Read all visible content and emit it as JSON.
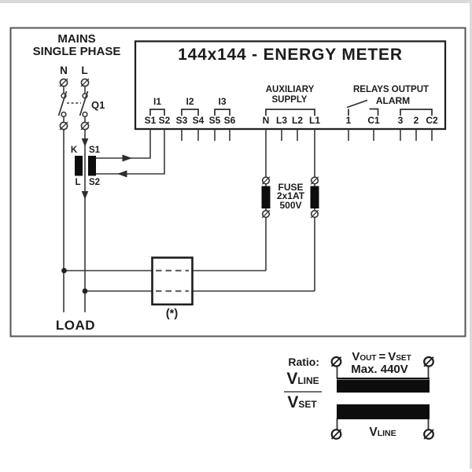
{
  "mains": {
    "title_line1": "MAINS",
    "title_line2": "SINGLE PHASE",
    "terminal_n": "N",
    "terminal_l": "L",
    "breaker": "Q1"
  },
  "ct": {
    "primary_top": "K",
    "primary_bottom": "L",
    "secondary_top": "S1",
    "secondary_bottom": "S2"
  },
  "meter": {
    "title": "144x144 - ENERGY METER",
    "current_inputs": {
      "groups": [
        {
          "label": "I1",
          "terminals": [
            "S1",
            "S2"
          ]
        },
        {
          "label": "I2",
          "terminals": [
            "S3",
            "S4"
          ]
        },
        {
          "label": "I3",
          "terminals": [
            "S5",
            "S6"
          ]
        }
      ]
    },
    "aux_supply": {
      "label_line1": "AUXILIARY",
      "label_line2": "SUPPLY",
      "terminals": [
        "N",
        "L3",
        "L2",
        "L1"
      ]
    },
    "relays": {
      "label_line1": "RELAYS OUTPUT",
      "label_line2": "ALARM",
      "terminals": [
        "1",
        "C1",
        "3",
        "2",
        "C2"
      ]
    }
  },
  "fuse": {
    "line1": "FUSE",
    "line2": "2x1AT",
    "line3": "500V"
  },
  "transformer_box": {
    "label": "(*)"
  },
  "load": {
    "label": "LOAD"
  },
  "ratio": {
    "label": "Ratio:",
    "numerator_main": "V",
    "numerator_sub": "LINE",
    "denominator_main": "V",
    "denominator_sub": "SET",
    "vout_main": "V",
    "vout_sub": "OUT",
    "equals": "=",
    "vset_main": "V",
    "vset_sub": "SET",
    "max_label": "Max. 440V",
    "vline_main": "V",
    "vline_sub": "LINE"
  },
  "colors": {
    "wire": "#3a3a3a",
    "symbol_black": "#0d0d0d",
    "border_gray": "#555555"
  }
}
